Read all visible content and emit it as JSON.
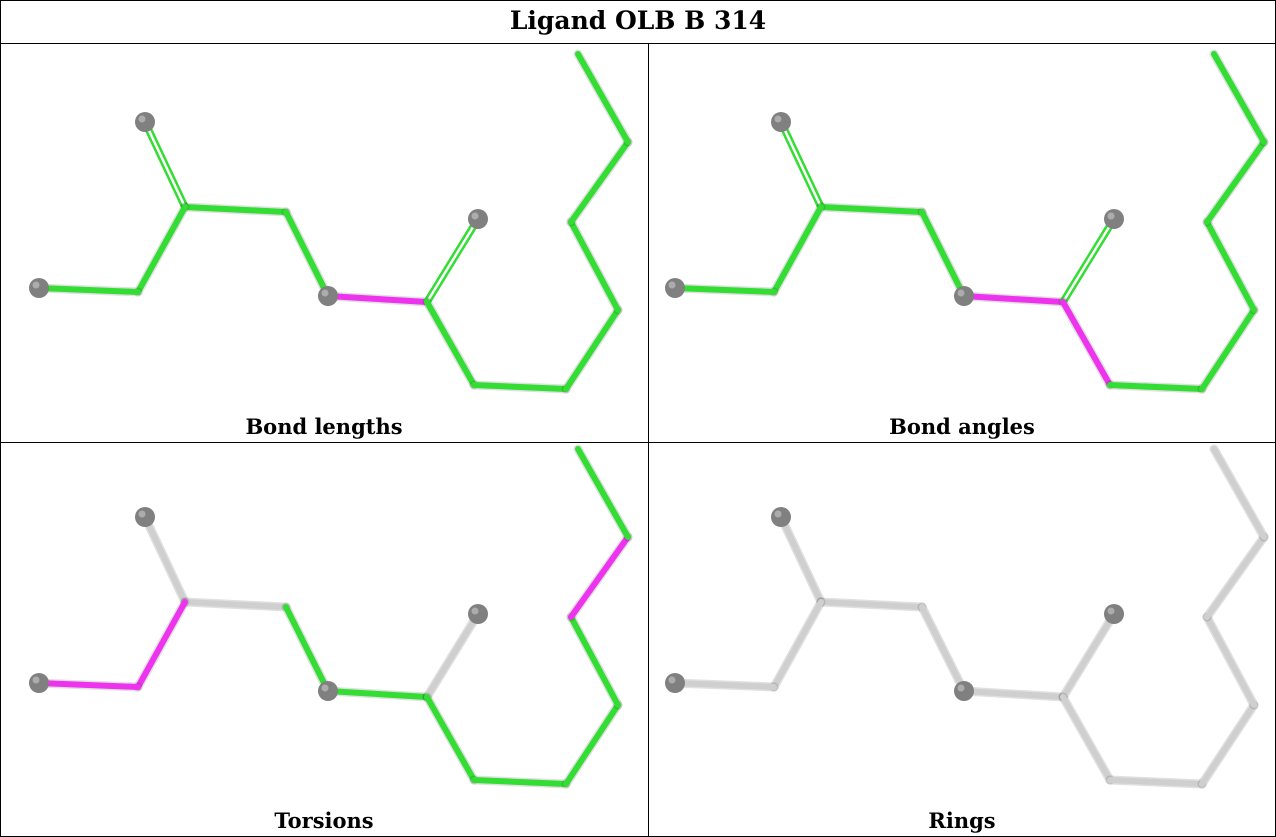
{
  "title": "Ligand OLB B 314",
  "colors": {
    "ok": "#33dd33",
    "outlier": "#ee33ee",
    "neutral": "#cfcfcf",
    "atom": "#808080"
  },
  "panels": [
    {
      "caption": "Bond lengths",
      "bonds": [
        "ok",
        "ok",
        "ok",
        "ok",
        "ok",
        "outlier",
        "ok",
        "ok",
        "ok",
        "ok",
        "ok",
        "ok",
        "ok",
        "ok",
        "ok"
      ],
      "double_bonds": [
        0,
        6
      ]
    },
    {
      "caption": "Bond angles",
      "bonds": [
        "ok",
        "ok",
        "ok",
        "ok",
        "ok",
        "outlier",
        "ok",
        "outlier",
        "ok",
        "ok",
        "ok",
        "ok",
        "ok",
        "ok",
        "ok"
      ],
      "double_bonds": [
        0,
        6
      ]
    },
    {
      "caption": "Torsions",
      "bonds": [
        "neutral",
        "neutral",
        "outlier",
        "outlier",
        "ok",
        "ok",
        "neutral",
        "ok",
        "ok",
        "ok",
        "ok",
        "outlier",
        "ok",
        "ok",
        "neutral"
      ],
      "double_bonds": []
    },
    {
      "caption": "Rings",
      "bonds": [
        "neutral",
        "neutral",
        "neutral",
        "neutral",
        "neutral",
        "neutral",
        "neutral",
        "neutral",
        "neutral",
        "neutral",
        "neutral",
        "neutral",
        "neutral",
        "neutral",
        "neutral"
      ],
      "double_bonds": []
    }
  ]
}
